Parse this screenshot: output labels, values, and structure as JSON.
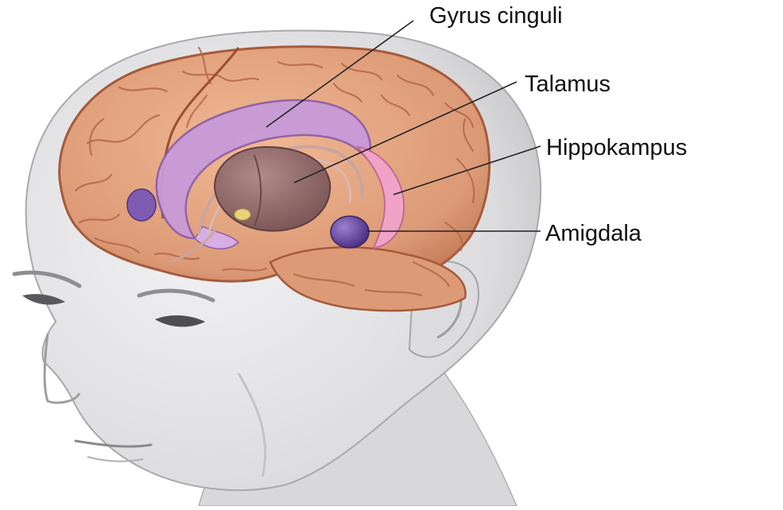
{
  "labels": {
    "gyrus_cinguli": "Gyrus cinguli",
    "talamus": "Talamus",
    "hippokampus": "Hippokampus",
    "amigdala": "Amigdala"
  },
  "colors": {
    "skin": "#e3e3e5",
    "skin_shadow": "#b9b9bd",
    "cortex": "#dc9a76",
    "cortex_dark": "#b5694a",
    "cingulate": "#c89ad8",
    "thalamus": "#8e6565",
    "hippocampus": "#f0a3c6",
    "amygdala": "#5e3f98",
    "leader_line": "#222222"
  }
}
